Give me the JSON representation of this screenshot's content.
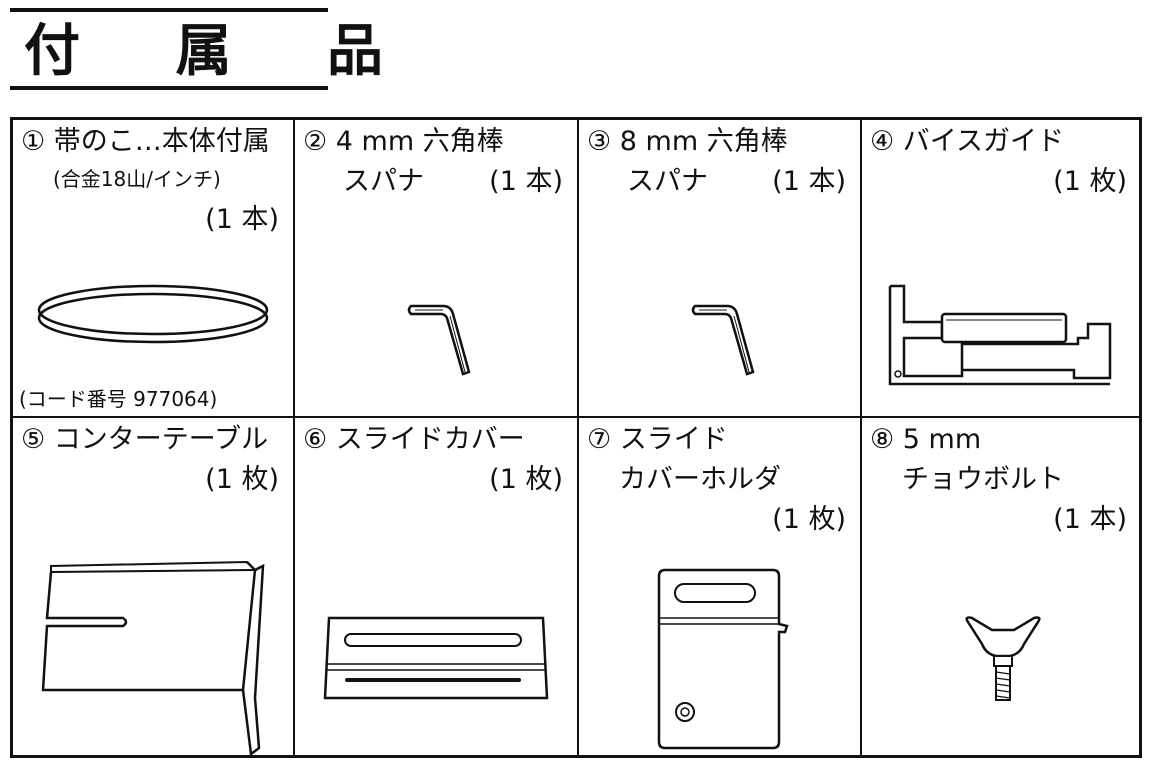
{
  "title": "付 属 品",
  "items": [
    {
      "line1": "① 帯のこ…本体付属",
      "line2": "(合金18山/インチ)",
      "qty": "(1 本)",
      "code": "(コード番号 977064)"
    },
    {
      "line1": "② 4 mm 六角棒",
      "line2": "スパナ",
      "qty": "(1 本)"
    },
    {
      "line1": "③ 8 mm 六角棒",
      "line2": "スパナ",
      "qty": "(1 本)"
    },
    {
      "line1": "④ バイスガイド",
      "qty": "(1 枚)"
    },
    {
      "line1": "⑤ コンターテーブル",
      "qty": "(1 枚)"
    },
    {
      "line1": "⑥ スライドカバー",
      "qty": "(1 枚)"
    },
    {
      "line1": "⑦ スライド",
      "line2": "カバーホルダ",
      "qty": "(1 枚)"
    },
    {
      "line1": "⑧ 5 mm",
      "line2": "チョウボルト",
      "qty": "(1 本)"
    }
  ]
}
